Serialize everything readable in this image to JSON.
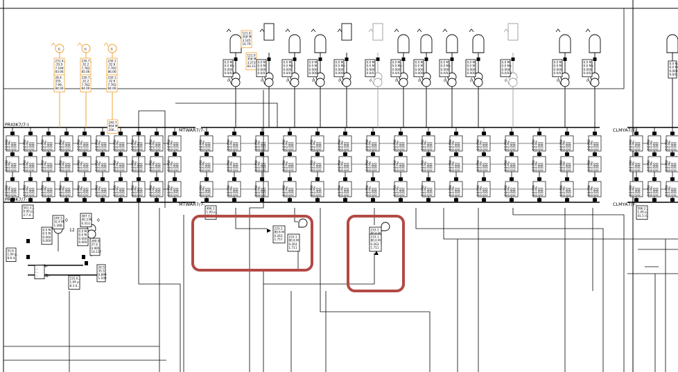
{
  "palette": {
    "line": "#000000",
    "generator_orange": "#f0a030",
    "highlight": "#b24a45",
    "device_gray": "#9a9a9a",
    "background": "#ffffff"
  },
  "bus_labels": {
    "priok_upper": "PRIOK7/7-I",
    "priok_lower": "PRIOK7/7-",
    "mtwar_upper": "MTWAR7/7-",
    "mtwar_lower": "MTWAR7/7-",
    "clmya_upper": "CLMYA7/7-",
    "clmya_lower": "CLMYA7/7-",
    "ab_line": "/A-",
    "b_line": "OB-"
  },
  "orange_gen_boxes": [
    {
      "lines": [
        "231.4..",
        "-33.5",
        "7.199",
        "83.06"
      ]
    },
    {
      "lines": [
        "28.4..",
        "335...",
        "7.99..",
        "84.06"
      ]
    },
    {
      "lines": [
        "230.7..",
        "-32.2",
        "7.782",
        "85.06"
      ]
    },
    {
      "lines": [
        "230.7..",
        "-32.2",
        "7.782",
        "84.06"
      ]
    },
    {
      "lines": [
        "230.1",
        "-32.6",
        "7.765",
        "86.06"
      ]
    },
    {
      "lines": [
        "230.1",
        "-32.6",
        "7.765",
        "84.06"
      ]
    },
    {
      "lines": [
        "121.0",
        "358 M",
        "3.145",
        "10.79"
      ]
    },
    {
      "lines": [
        "121.0",
        "358 M",
        "3.273",
        "83.21"
      ]
    },
    {
      "lines": [
        "240.7",
        "894 M",
        "206..."
      ]
    }
  ],
  "top_unit_boxes": [
    {
      "lines": [
        "0.0 M.",
        "0.0 Mv.",
        "0.000",
        "0.0/0.0"
      ]
    },
    {
      "lines": [
        "0.0 M.",
        "0.0 M.",
        "0.000",
        "0.0/0."
      ]
    },
    {
      "lines": [
        "0.0 M.",
        "0.0 Mv",
        "0.000",
        "0.0/0."
      ]
    },
    {
      "lines": [
        "0.0 M.",
        "0.0 M.",
        "0.000",
        "0.000"
      ]
    },
    {
      "lines": [
        "0.0 M.",
        "0.0 Mv",
        "0.000",
        "0.000"
      ]
    },
    {
      "lines": [
        "0.0 M.",
        "0.0 M.",
        "0.000",
        "0.0/0."
      ]
    },
    {
      "lines": [
        "0.0 M.",
        "0.0 Mv",
        "0.000",
        "0.0/0."
      ]
    },
    {
      "lines": [
        "0.0 M.",
        "0.0 M.",
        "0.000",
        "0.000"
      ]
    },
    {
      "lines": [
        "0.0 M.",
        "0.0 Mv.",
        "0.000",
        "0.0/0."
      ]
    },
    {
      "lines": [
        "0.0 M.",
        "0.0 M.",
        "0.000",
        "0.000"
      ]
    }
  ],
  "left_units": [
    {
      "lines": [
        "0.0 M.",
        "0.0 M.",
        "0.000",
        "0.000"
      ]
    },
    {
      "lines": [
        "0.0 M.",
        "0.0 M.",
        "0.000",
        "0.000"
      ]
    }
  ],
  "priok_feeders": [
    {
      "lines": [
        "501.3...",
        "0.00 p..",
        "2.7 d.."
      ]
    },
    {
      "lines": [
        "249.3..",
        "32.4 M..",
        "1.288..."
      ]
    },
    {
      "lines": [
        "387.3..",
        "40.3 M..",
        "0.313..."
      ]
    },
    {
      "lines": [
        "289.9",
        "27.9",
        "0.995",
        "14.217"
      ]
    },
    {
      "lines": [
        "496.1..",
        "1.00 p..",
        "41.8 d.."
      ]
    }
  ],
  "transformer_left": {
    "lines": [
      "26.5",
      "35.5",
      "0.899",
      "1.100"
    ]
  },
  "ab_box": {
    "lines": [
      "155.6...",
      "1.04 p..",
      "8.3 d.."
    ]
  },
  "left_small": [
    {
      "lines": [
        "55.6..",
        "1.04 p..",
        "8.6 d.."
      ]
    },
    {
      "lines": [
        "...",
        "...",
        "..."
      ]
    }
  ],
  "highlight_boxes": [
    {
      "lines": [
        "233.1",
        "80.6 M",
        "0.263",
        "1.757"
      ]
    },
    {
      "lines": [
        "233.1",
        "80.6 M",
        "0.263",
        "1.711"
      ]
    },
    {
      "lines": [
        "233.1",
        "80.6 M",
        "0.263",
        "1.757"
      ]
    },
    {
      "lines": [
        "233.1",
        "80.6 M",
        "0.263",
        "1.711"
      ]
    }
  ],
  "clmya_feeders": [
    {
      "lines": [
        "596.2...",
        "1.00 p..",
        "41.5 d.."
      ]
    }
  ],
  "bay_cell_lines": [
    "0.0 MW",
    "0.0 Mv",
    "0.000",
    "0.000"
  ],
  "numbers": {
    "zero": "0",
    "twelve": "12"
  }
}
